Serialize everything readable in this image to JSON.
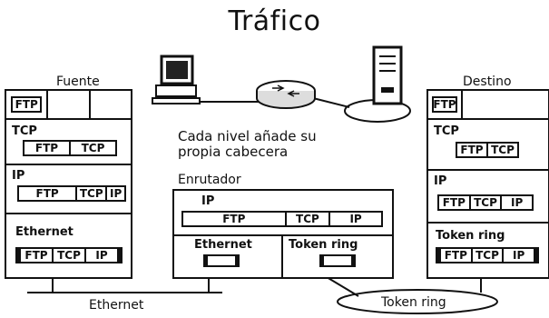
{
  "title": "Tráfico",
  "source": {
    "label": "Fuente",
    "app_row": [
      "FTP",
      "",
      ""
    ],
    "tcp": {
      "label": "TCP",
      "cells": [
        "FTP",
        "TCP"
      ]
    },
    "ip": {
      "label": "IP",
      "cells": [
        "FTP",
        "TCP",
        "IP"
      ]
    },
    "ethernet": {
      "label": "Ethernet",
      "cells": [
        "FTP",
        "TCP",
        "IP"
      ]
    }
  },
  "destination": {
    "label": "Destino",
    "app_row": [
      "FTP",
      ""
    ],
    "tcp": {
      "label": "TCP",
      "cells": [
        "FTP",
        "TCP"
      ]
    },
    "ip": {
      "label": "IP",
      "cells": [
        "FTP",
        "TCP",
        "IP"
      ]
    },
    "token_ring": {
      "label": "Token ring",
      "cells": [
        "FTP",
        "TCP",
        "IP"
      ]
    }
  },
  "router": {
    "label": "Enrutador",
    "ip": {
      "label": "IP",
      "cells": [
        "FTP",
        "TCP",
        "IP"
      ]
    },
    "ethernet_label": "Ethernet",
    "token_ring_label": "Token ring"
  },
  "caption": [
    "Cada nivel añade su",
    "propia cabecera"
  ],
  "networks": {
    "ethernet": "Ethernet",
    "token_ring": "Token ring"
  }
}
